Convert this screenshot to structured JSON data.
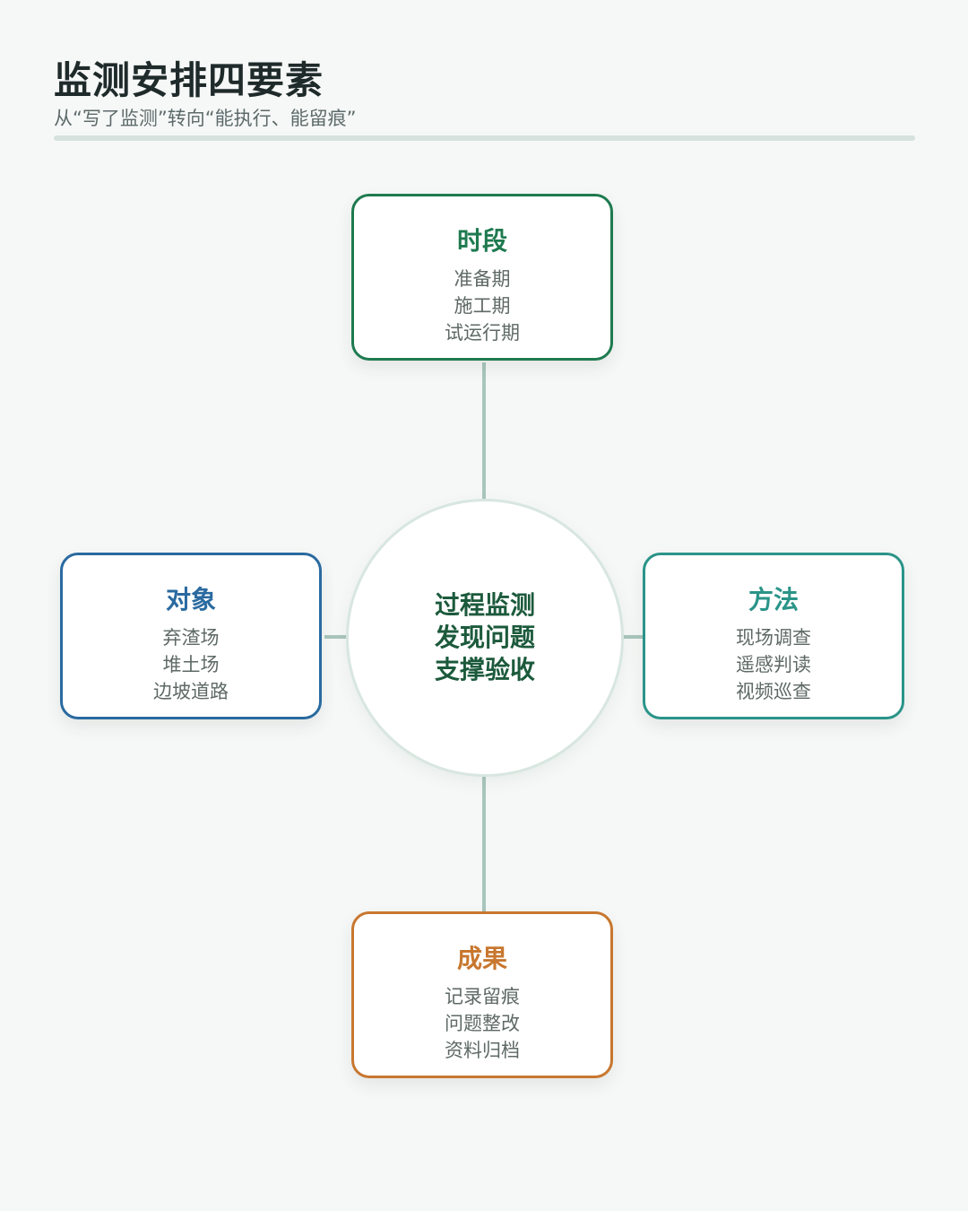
{
  "header": {
    "title": "监测安排四要素",
    "subtitle": "从“写了监测”转向“能执行、能留痕”"
  },
  "hub": {
    "lines": [
      "过程监测",
      "发现问题",
      "支撑验收"
    ]
  },
  "cards": [
    {
      "key": "top",
      "title": "时段",
      "color": "#1e7a4f",
      "items": [
        "准备期",
        "施工期",
        "试运行期"
      ]
    },
    {
      "key": "left",
      "title": "对象",
      "color": "#2a6aa0",
      "items": [
        "弃渣场",
        "堆土场",
        "边坡道路"
      ]
    },
    {
      "key": "right",
      "title": "方法",
      "color": "#2a9488",
      "items": [
        "现场调查",
        "遥感判读",
        "视频巡查"
      ]
    },
    {
      "key": "bottom",
      "title": "成果",
      "color": "#c8772f",
      "items": [
        "记录留痕",
        "问题整改",
        "资料归档"
      ]
    }
  ]
}
